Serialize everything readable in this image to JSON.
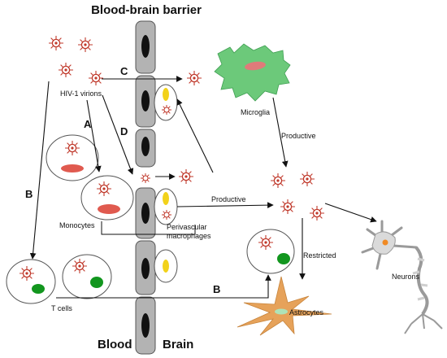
{
  "header": {
    "title": "Blood-brain barrier"
  },
  "regions": {
    "left": "Blood",
    "right": "Brain"
  },
  "labels": {
    "virions": "HIV-1 virions",
    "monocytes": "Monocytes",
    "t_cells": "T cells",
    "perivascular": "Perivascular",
    "macrophages": "macrophages",
    "microglia": "Microglia",
    "astrocytes": "Astrocytes",
    "neurons": "Neurons",
    "productive_1": "Productive",
    "productive_2": "Productive",
    "restricted": "Restricted"
  },
  "route_letters": {
    "a": "A",
    "b_left": "B",
    "b_bottom": "B",
    "c": "C",
    "d": "D"
  },
  "colors": {
    "endothelium": "#b3b3b3",
    "nucleus_black": "#111111",
    "virion": "#c0392b",
    "monocyte_nucleus": "#e05a4f",
    "t_cell_nucleus": "#12961e",
    "macrophage_nucleus": "#f2d21b",
    "microglia": "#6cc97a",
    "astrocyte": "#e6a25a",
    "neuron": "#dadada",
    "neuron_nucleus": "#f08a24"
  }
}
